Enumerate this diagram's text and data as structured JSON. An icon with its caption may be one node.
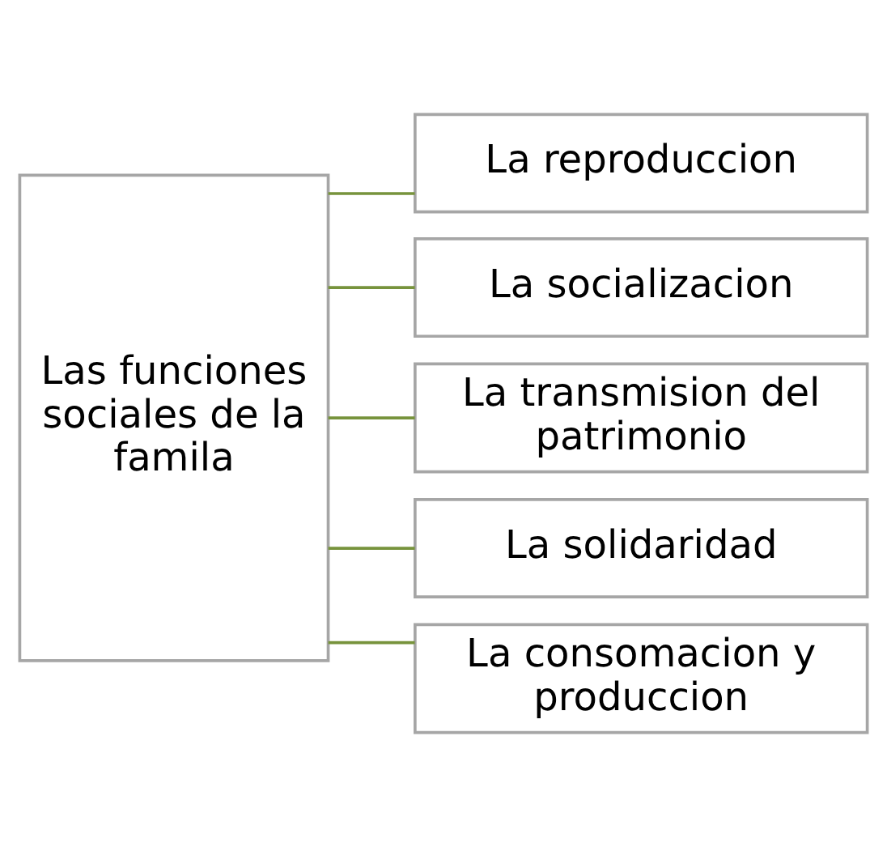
{
  "diagram": {
    "nodes": [
      {
        "text": [
          "Las funciones sociales de la famila"
        ]
      },
      {
        "text": [
          "La reproduccion"
        ]
      },
      {
        "text": [
          "La socializacion"
        ]
      },
      {
        "text": [
          "La transmision del patrimonio"
        ]
      },
      {
        "text": [
          "La solidaridad"
        ]
      },
      {
        "text": [
          "La consomacion y produccion"
        ]
      }
    ],
    "edges": [
      {
        "from": 0,
        "to": 1,
        "arrow": "none"
      },
      {
        "from": 0,
        "to": 2,
        "arrow": "none"
      },
      {
        "from": 0,
        "to": 3,
        "arrow": "none"
      },
      {
        "from": 0,
        "to": 4,
        "arrow": "none"
      },
      {
        "from": 0,
        "to": 5,
        "arrow": "none"
      }
    ]
  }
}
